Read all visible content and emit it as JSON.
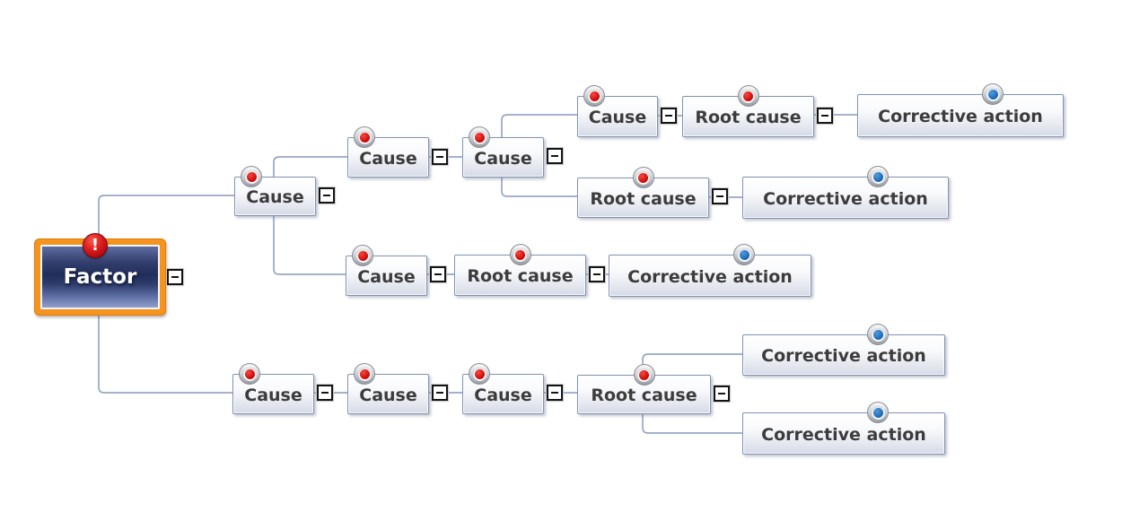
{
  "diagram": {
    "type": "root-cause-analysis-tree",
    "background_color": "#ffffff",
    "connector_color": "#97a7c6",
    "colors": {
      "factor_border_orange": "#f6921e",
      "factor_fill_navy": "#212d59",
      "red_marker": "#cc0a0a",
      "blue_marker": "#1a6ab5",
      "node_text": "#3c3c3c"
    },
    "icons": {
      "alert_glyph": "!",
      "collapse_state": "collapsed-minus"
    },
    "nodes": [
      {
        "id": "factor",
        "label": "Factor",
        "kind": "factor",
        "icon": "alert-icon",
        "has_collapse": true
      },
      {
        "id": "cause-1",
        "label": "Cause",
        "kind": "cause",
        "icon": "red-marker-icon",
        "has_collapse": true
      },
      {
        "id": "cause-1-1",
        "label": "Cause",
        "kind": "cause",
        "icon": "red-marker-icon",
        "has_collapse": true
      },
      {
        "id": "cause-1-1-1",
        "label": "Cause",
        "kind": "cause",
        "icon": "red-marker-icon",
        "has_collapse": true
      },
      {
        "id": "cause-1-1-1-1",
        "label": "Cause",
        "kind": "cause",
        "icon": "red-marker-icon",
        "has_collapse": true
      },
      {
        "id": "root-cause-1-1-1-1-1",
        "label": "Root cause",
        "kind": "root",
        "icon": "red-marker-icon",
        "has_collapse": true
      },
      {
        "id": "corrective-action-1",
        "label": "Corrective action",
        "kind": "ca",
        "icon": "blue-marker-icon",
        "has_collapse": false
      },
      {
        "id": "root-cause-1-1-1-2",
        "label": "Root cause",
        "kind": "root",
        "icon": "red-marker-icon",
        "has_collapse": true
      },
      {
        "id": "corrective-action-2",
        "label": "Corrective action",
        "kind": "ca",
        "icon": "blue-marker-icon",
        "has_collapse": false
      },
      {
        "id": "cause-1-2",
        "label": "Cause",
        "kind": "cause",
        "icon": "red-marker-icon",
        "has_collapse": true
      },
      {
        "id": "root-cause-1-2-1",
        "label": "Root cause",
        "kind": "root",
        "icon": "red-marker-icon",
        "has_collapse": true
      },
      {
        "id": "corrective-action-3",
        "label": "Corrective action",
        "kind": "ca",
        "icon": "blue-marker-icon",
        "has_collapse": false
      },
      {
        "id": "cause-2",
        "label": "Cause",
        "kind": "cause",
        "icon": "red-marker-icon",
        "has_collapse": true
      },
      {
        "id": "cause-2-1",
        "label": "Cause",
        "kind": "cause",
        "icon": "red-marker-icon",
        "has_collapse": true
      },
      {
        "id": "cause-2-1-1",
        "label": "Cause",
        "kind": "cause",
        "icon": "red-marker-icon",
        "has_collapse": true
      },
      {
        "id": "root-cause-2-1-1-1",
        "label": "Root cause",
        "kind": "root",
        "icon": "red-marker-icon",
        "has_collapse": true
      },
      {
        "id": "corrective-action-4",
        "label": "Corrective action",
        "kind": "ca",
        "icon": "blue-marker-icon",
        "has_collapse": false
      },
      {
        "id": "corrective-action-5",
        "label": "Corrective action",
        "kind": "ca",
        "icon": "blue-marker-icon",
        "has_collapse": false
      }
    ]
  }
}
